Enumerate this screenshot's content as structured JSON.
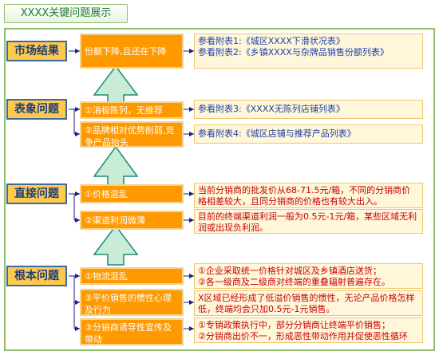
{
  "title": "XXXX关键问题展示",
  "categories": [
    "市场结果",
    "表象问题",
    "直接问题",
    "根本问题"
  ],
  "issues": {
    "market": "份额下降,且还在下降",
    "surface_1": "①消极陈列，无推荐",
    "surface_2": "②品牌相对优势削弱,竞争产品抬头",
    "direct_1": "①价格混乱",
    "direct_2": "②渠道利润微薄",
    "root_1": "①物流混乱",
    "root_2": "②平价销售的惯性心理及行为",
    "root_3": "③分销商诱导性宣传及带动"
  },
  "notes": {
    "market_1": "参看附表1:《城区XXXX下滑状况表》",
    "market_2": "参看附表2:《乡镇XXXX与杂牌品销售份额列表》",
    "surface_1": "参看附表3:《XXXX无陈列店铺列表》",
    "surface_2": "参看附表4:《城区店铺与推荐产品列表》",
    "direct_1": "当前分销商的批发价从68-71.5元/箱，不同的分销商价格相差较大，且同分销商的价格也有较大出入。",
    "direct_2": "目前的终端渠道利润一般为0.5元-1元/箱，某些区域无利润或出现负利润。",
    "root_1a": "①企业采取统一价格针对城区及乡镇酒店送货；",
    "root_1b": "②各一级商及二级商对终端的重叠辐射普遍存在。",
    "root_2": "X区域已经形成了低溢价销售的惯性，无论产品价格怎样低，终端均会只加0.5元-1元销售。",
    "root_3a": "①专销政策执行中，部分分销商让终端平价销售；",
    "root_3b": "②分销商出价不一，形成恶性带动作用并促使恶性循环"
  },
  "colors": {
    "issue_box": "#ff9900",
    "category_box": "#ffc94d",
    "note_bg": "#fff7da",
    "arrow": "#c8ecd6",
    "frame": "#8fbf6b"
  }
}
